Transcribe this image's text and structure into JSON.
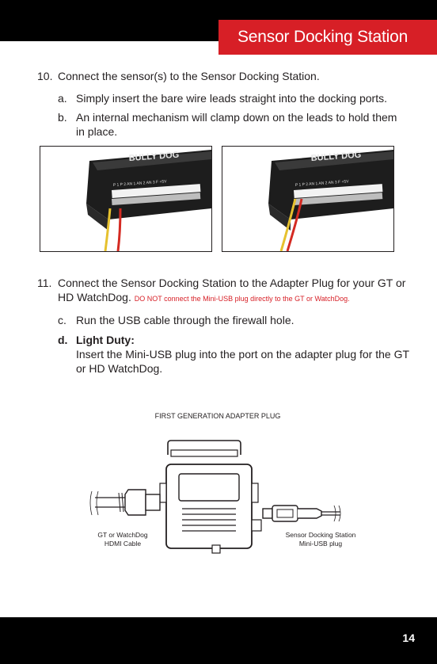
{
  "header": {
    "title": "Sensor Docking Station"
  },
  "steps": {
    "s10": {
      "number": "10.",
      "text": "Connect the sensor(s) to the Sensor Docking Station.",
      "a": {
        "letter": "a.",
        "text": "Simply insert the bare wire leads straight into the docking ports."
      },
      "b": {
        "letter": "b.",
        "line1": "An internal mechanism will clamp down on the leads to hold them",
        "line2": "in place."
      }
    },
    "s11": {
      "number": "11.",
      "line1": "Connect the Sensor Docking Station to the Adapter Plug for your GT or",
      "line2": "HD WatchDog.",
      "warning": "DO NOT connect the Mini-USB plug directly to the GT or WatchDog.",
      "c": {
        "letter": "c.",
        "text": "Run the USB cable through the firewall hole."
      },
      "d": {
        "letter": "d.",
        "heading": "Light Duty:",
        "line1": "Insert the Mini-USB plug into the port on the adapter plug for the GT",
        "line2": "or HD WatchDog."
      }
    }
  },
  "photos": {
    "brand": "BULLY DOG",
    "port_labels": "P 1   P 2   AN 1  AN 2  AN 3  F  +5V"
  },
  "diagram": {
    "title": "FIRST GENERATION ADAPTER PLUG",
    "left_label": {
      "line1": "GT or WatchDog",
      "line2": "HDMI Cable"
    },
    "right_label": {
      "line1": "Sensor Docking Station",
      "line2": "Mini-USB plug"
    }
  },
  "footer": {
    "page_number": "14"
  },
  "colors": {
    "brand_red": "#d71f26",
    "black": "#000000"
  }
}
